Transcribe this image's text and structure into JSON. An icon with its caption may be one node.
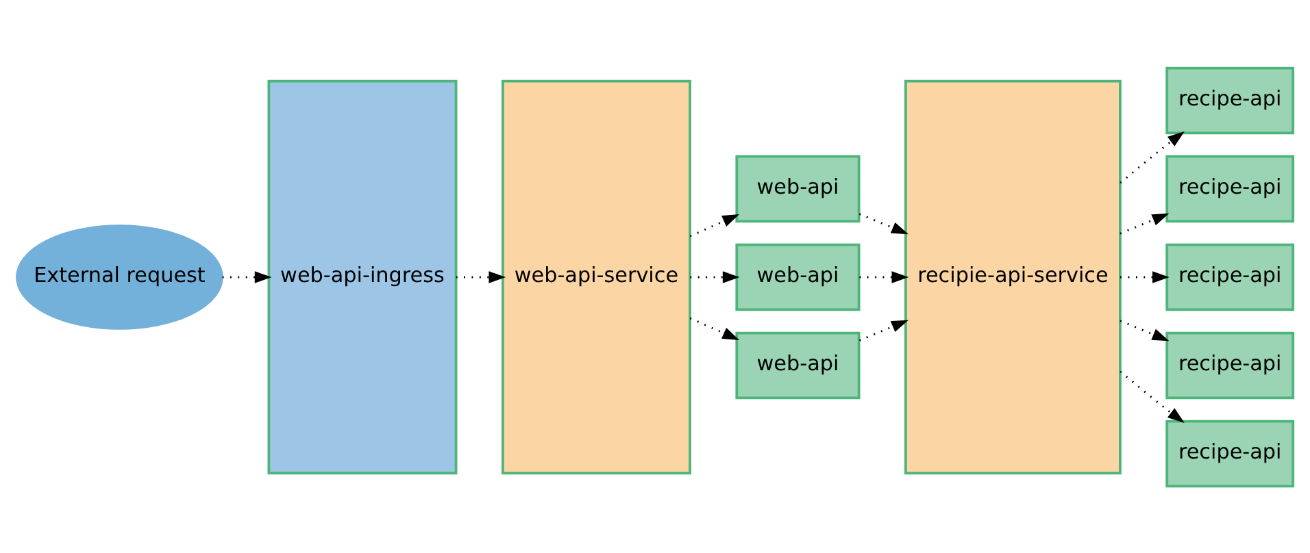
{
  "diagram": {
    "nodes": [
      {
        "text": [
          "External request"
        ]
      },
      {
        "text": [
          "web-api-ingress"
        ]
      },
      {
        "text": [
          "web-api-service"
        ]
      },
      {
        "text": [
          "web-api"
        ]
      },
      {
        "text": [
          "web-api"
        ]
      },
      {
        "text": [
          "web-api"
        ]
      },
      {
        "text": [
          "recipie-api-service"
        ]
      },
      {
        "text": [
          "recipe-api"
        ]
      },
      {
        "text": [
          "recipe-api"
        ]
      },
      {
        "text": [
          "recipe-api"
        ]
      },
      {
        "text": [
          "recipe-api"
        ]
      },
      {
        "text": [
          "recipe-api"
        ]
      }
    ],
    "edges": [
      {
        "from": 0,
        "to": 1,
        "arrow": "to"
      },
      {
        "from": 1,
        "to": 2,
        "arrow": "to"
      },
      {
        "from": 2,
        "to": 3,
        "arrow": "to"
      },
      {
        "from": 2,
        "to": 4,
        "arrow": "to"
      },
      {
        "from": 2,
        "to": 5,
        "arrow": "to"
      },
      {
        "from": 3,
        "to": 6,
        "arrow": "to"
      },
      {
        "from": 4,
        "to": 6,
        "arrow": "to"
      },
      {
        "from": 5,
        "to": 6,
        "arrow": "to"
      },
      {
        "from": 6,
        "to": 7,
        "arrow": "to"
      },
      {
        "from": 6,
        "to": 8,
        "arrow": "to"
      },
      {
        "from": 6,
        "to": 9,
        "arrow": "to"
      },
      {
        "from": 6,
        "to": 10,
        "arrow": "to"
      },
      {
        "from": 6,
        "to": 11,
        "arrow": "to"
      }
    ]
  }
}
